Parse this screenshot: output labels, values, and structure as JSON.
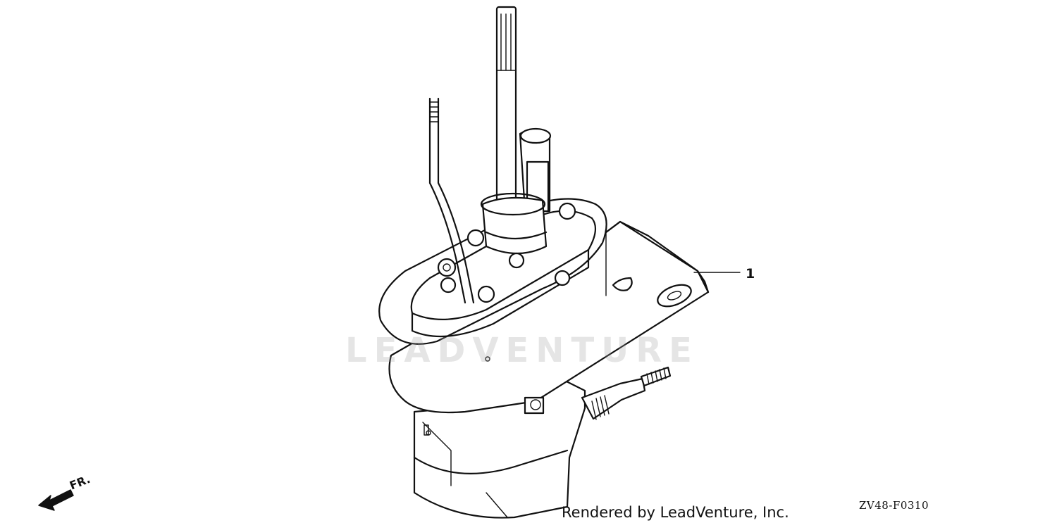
{
  "diagram": {
    "part_callouts": [
      {
        "number": "1"
      }
    ],
    "direction_label": "FR.",
    "figure_code": "ZV48-F0310",
    "watermark": "LEADVENTURE",
    "footer": "Rendered by LeadVenture, Inc."
  },
  "colors": {
    "line": "#111111",
    "background": "#ffffff",
    "watermark": "#a0a0a0"
  }
}
